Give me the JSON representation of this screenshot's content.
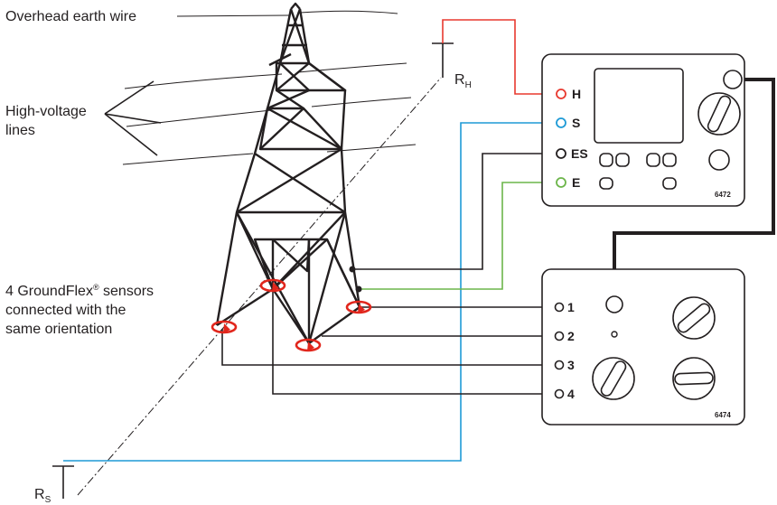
{
  "labels": {
    "overhead_earth_wire": "Overhead earth wire",
    "hv_line1": "High-voltage",
    "hv_line2": "lines",
    "sensors_line1_pre": "4 GroundFlex",
    "sensors_line1_reg": "®",
    "sensors_line1_post": " sensors",
    "sensors_line2": "connected with the",
    "sensors_line3": "same orientation",
    "rh_main": "R",
    "rh_sub": "H",
    "rs_main": "R",
    "rs_sub": "S"
  },
  "instrument_6472": {
    "model": "6472",
    "terminals": [
      "H",
      "S",
      "ES",
      "E"
    ]
  },
  "instrument_6474": {
    "model": "6474",
    "terminals": [
      "1",
      "2",
      "3",
      "4"
    ]
  },
  "colors": {
    "h_wire": "#e8392f",
    "s_wire": "#1e9ad6",
    "e_wire": "#6cb54a",
    "es_wire": "#231f20",
    "sensor": "#e1261c",
    "structure": "#231f20"
  }
}
